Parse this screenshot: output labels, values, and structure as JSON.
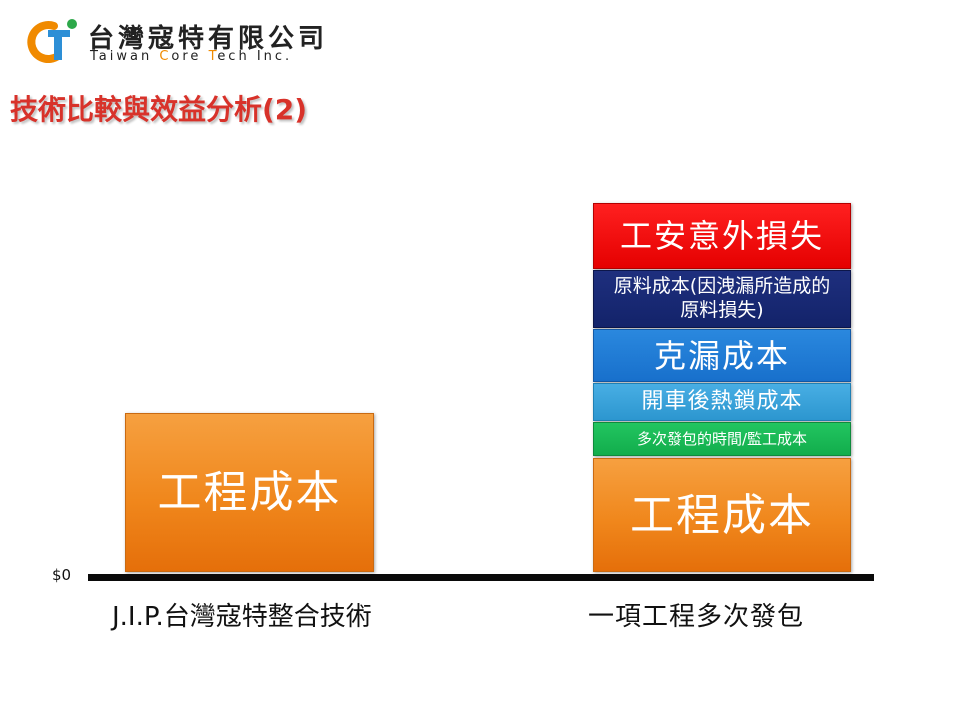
{
  "header": {
    "company_name": "台灣寇特有限公司",
    "company_sub_parts": [
      "Taiwan ",
      "C",
      "ore ",
      "T",
      "ech Inc."
    ],
    "title": "技術比較與效益分析(2)"
  },
  "diagram": {
    "zero_label": "$0",
    "left": {
      "label": "J.I.P.台灣寇特整合技術",
      "blocks": [
        "工程成本"
      ]
    },
    "right": {
      "label": "一項工程多次發包",
      "blocks": [
        "工安意外損失",
        "原料成本(因洩漏所造成的原料損失)",
        "克漏成本",
        "開車後熱鎖成本",
        "多次發包的時間/監工成本",
        "工程成本"
      ]
    }
  },
  "colors": {
    "title": "#d8322a",
    "engineering_cost": "#f0871c",
    "safety_loss": "#ff1a1a",
    "material_cost": "#162a73",
    "leak_cost": "#1f7bd6",
    "hot_bolting_cost": "#3aa2da",
    "multi_contract_cost": "#17b455"
  }
}
